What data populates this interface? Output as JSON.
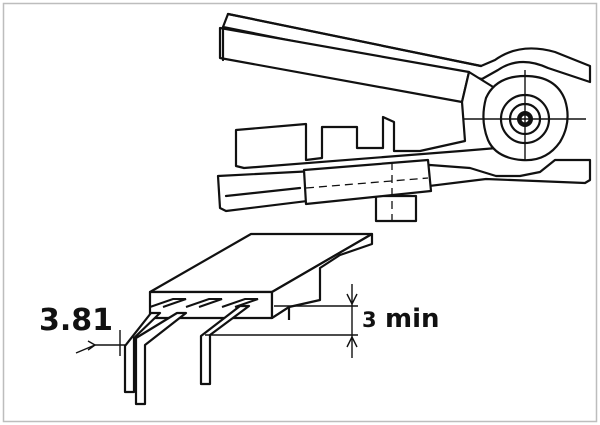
{
  "diagram": {
    "spacing_label": "3.81",
    "length_value": "3",
    "length_unit": "min"
  }
}
